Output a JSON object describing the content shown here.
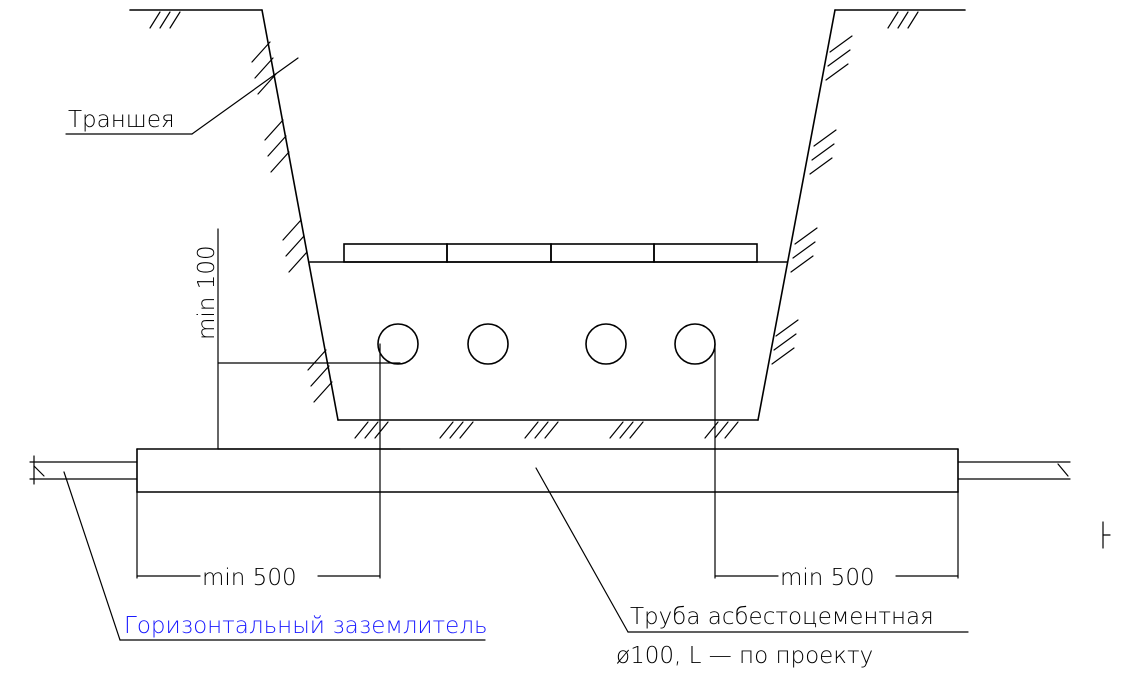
{
  "labels": {
    "trench": "Траншея",
    "min_100": "min 100",
    "min_500_left": "min 500",
    "min_500_right": "min 500",
    "ground_electrode": "Горизонтальный заземлитель",
    "pipe_line1": "Труба асбестоцементная",
    "pipe_line2": "ø100, L — по проекту"
  },
  "colors": {
    "line": "#000000",
    "ground_electrode_label": "#1a1aff"
  }
}
